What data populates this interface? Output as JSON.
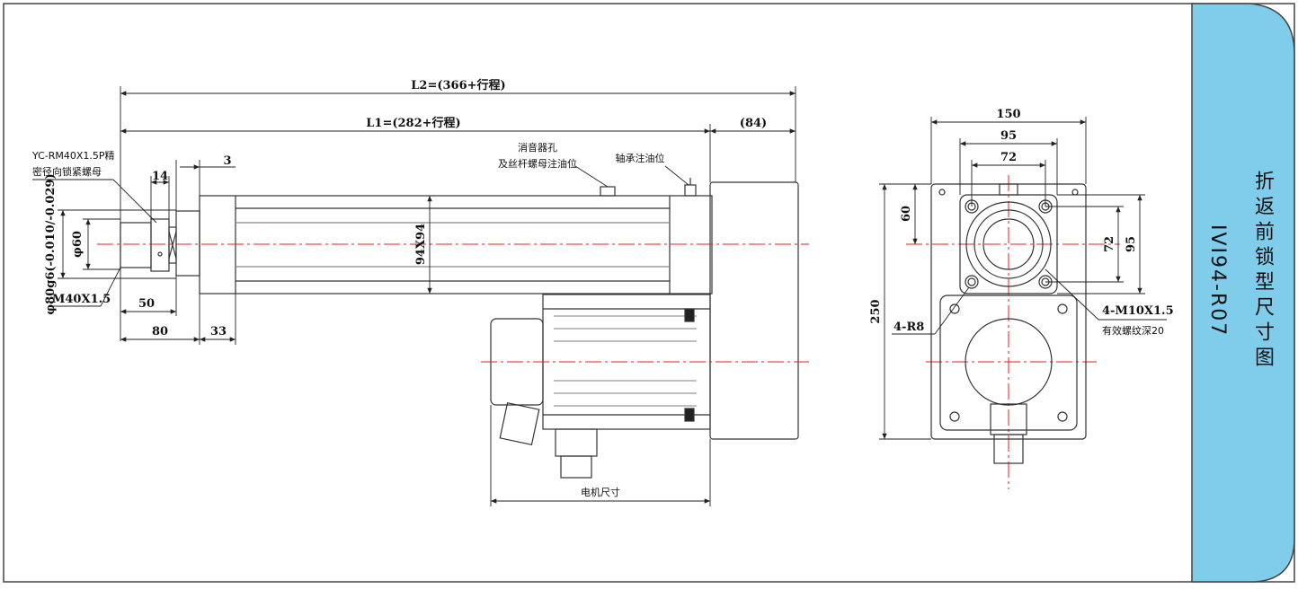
{
  "title": {
    "name": "折返前锁型尺寸图",
    "model": "IVI94-R07"
  },
  "colors": {
    "panel_blue": "#7fcdeb",
    "centerline_red": "#e02020",
    "line": "#333333"
  },
  "side_view": {
    "L2": "L2=(366+行程)",
    "L1": "L1=(282+行程)",
    "motor_offset": "(84)",
    "gap_3": "3",
    "width_14": "14",
    "rod_end_note_1": "YC-RM40X1.5P精",
    "rod_end_note_2": "密径向锁紧螺母",
    "dia_80": "φ80g6(-0.010/-0.029)",
    "dia_60": "φ60",
    "thread": "M40X1.5",
    "len_50": "50",
    "len_80": "80",
    "len_33": "33",
    "body_section": "94X94",
    "muffler_1": "消音器孔",
    "muffler_2": "及丝杆螺母注油位",
    "bearing_oil": "轴承注油位",
    "motor_size": "电机尺寸"
  },
  "end_view": {
    "w150": "150",
    "w95": "95",
    "w72": "72",
    "h60": "60",
    "h72": "72",
    "h95": "95",
    "h250": "250",
    "r8": "4-R8",
    "m10": "4-M10X1.5",
    "thread_depth": "有效螺纹深20"
  }
}
